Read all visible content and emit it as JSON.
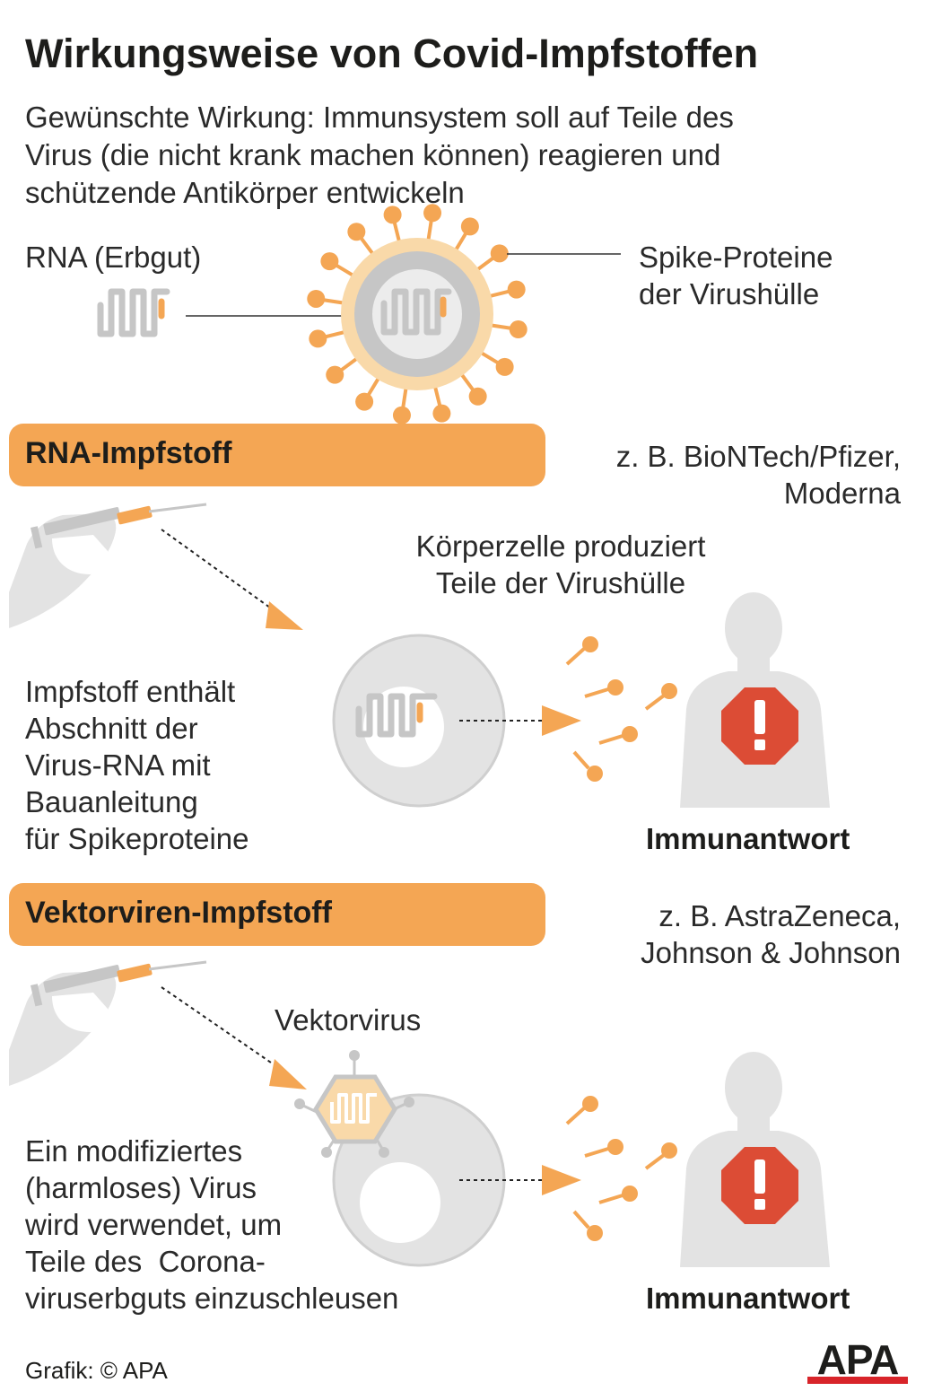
{
  "title": "Wirkungsweise von Covid-Impfstoffen",
  "intro": [
    "Gewünschte Wirkung: Immunsystem soll auf Teile des",
    "Virus (die nicht krank machen können) reagieren und",
    "schützende Antikörper entwickeln"
  ],
  "virus_labels": {
    "rna": "RNA (Erbgut)",
    "spike": [
      "Spike-Proteine",
      "der Virushülle"
    ]
  },
  "sections": [
    {
      "banner": "RNA-Impfstoff",
      "examples": [
        "z. B. BioNTech/Pfizer,",
        "Moderna"
      ],
      "cell_label": [
        "Körperzelle produziert",
        "Teile der Virushülle"
      ],
      "description": [
        "Impfstoff enthält",
        "Abschnitt der",
        "Virus-RNA mit",
        "Bauanleitung",
        "für Spikeproteine"
      ],
      "response": "Immunantwort"
    },
    {
      "banner": "Vektorviren-Impfstoff",
      "examples": [
        "z. B. AstraZeneca,",
        "Johnson & Johnson"
      ],
      "vector_label": "Vektorvirus",
      "description": [
        "Ein modifiziertes",
        "(harmloses) Virus",
        "wird verwendet, um",
        "Teile des  Corona-",
        "viruserbguts einzuschleusen"
      ],
      "response": "Immunantwort"
    }
  ],
  "footer": {
    "credit": "Grafik: © APA",
    "logo": "APA"
  },
  "colors": {
    "orange": "#f4a654",
    "light_orange": "#f9d9a9",
    "gray": "#c6c6c6",
    "light_gray": "#ececec",
    "alert_red": "#dc4c35",
    "text": "#1d1d1b",
    "logo_red": "#d8242a"
  },
  "icons": [
    "rna-strand-icon",
    "coronavirus-icon",
    "syringe-hand-icon",
    "body-cell-icon",
    "spike-protein-icon",
    "human-silhouette-icon",
    "alert-octagon-icon",
    "vector-virus-icon"
  ]
}
